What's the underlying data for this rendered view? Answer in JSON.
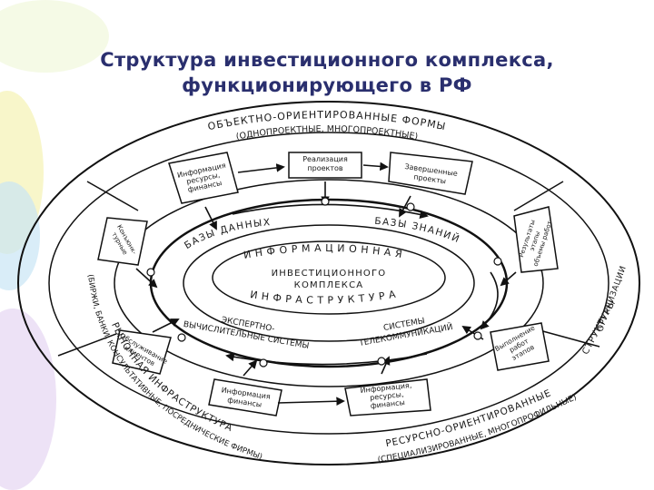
{
  "title": {
    "line1": "Структура инвестиционного комплекса,",
    "line2": "функционирующего в РФ"
  },
  "diagram": {
    "outer_top": [
      "ОБЪЕКТНО-ОРИЕНТИРОВАННЫЕ ФОРМЫ",
      "(ОДНОПРОЕКТНЫЕ, МНОГОПРОЕКТНЫЕ)"
    ],
    "outer_bottom": [
      "РЕСУРСНО-ОРИЕНТИРОВАННЫЕ",
      "(СПЕЦИАЛИЗИРОВАННЫЕ, МНОГОПРОФИЛЬНЫЕ)"
    ],
    "left_label": [
      "РЫНОЧНАЯ ИНФРАСТРУКТУРА",
      "(БИРЖИ, БАНКИ, КОНСУЛЬТАТИВНЫЕ, ПОСРЕДНИЧЕСКИЕ ФИРМЫ)"
    ],
    "right_label": [
      "СТРУКТУРЫ",
      "ОРГАНИЗАЦИИ"
    ],
    "blocks": {
      "top_left": [
        "Информация",
        "ресурсы,",
        "финансы"
      ],
      "top_center": [
        "Реализация",
        "проектов"
      ],
      "top_right": [
        "Завершенные",
        "проекты"
      ],
      "left_upper": [
        "Конъюнк-",
        "турные"
      ],
      "left_lower": [
        "Обслуживание",
        "клиентов"
      ],
      "bottom_left": [
        "Информация",
        "финансы"
      ],
      "bottom_right": [
        "Информация,",
        "ресурсы,",
        "финансы"
      ],
      "right_upper": [
        "Результаты",
        "этапы",
        "объемы работ"
      ],
      "right_lower": [
        "Выполнение",
        "работ",
        "этапов"
      ]
    },
    "ring_labels": {
      "db": "БАЗЫ ДАННЫХ",
      "kb": "БАЗЫ ЗНАНИЙ",
      "expert": [
        "ЭКСПЕРТНО-",
        "ВЫЧИСЛИТЕЛЬНЫЕ СИСТЕМЫ"
      ],
      "telecom": [
        "СИСТЕМЫ",
        "ТЕЛЕКОММУНИКАЦИЙ"
      ]
    },
    "center": {
      "top": "ИНФОРМАЦИОННАЯ",
      "middle": [
        "ИНВЕСТИЦИОННОГО",
        "КОМПЛЕКСА"
      ],
      "bottom": "ИНФРАСТРУКТУРА"
    }
  }
}
